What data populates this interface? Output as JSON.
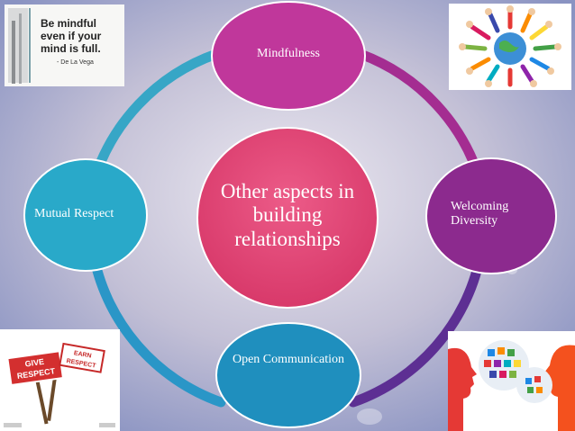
{
  "diagram": {
    "center": {
      "label": "Other aspects in building relationships",
      "color": "#e34a79"
    },
    "nodes": [
      {
        "id": "mindfulness",
        "label": "Mindfulness",
        "color": "#c0379b"
      },
      {
        "id": "welcoming-diversity",
        "label": "Welcoming Diversity",
        "color": "#8c2a8e"
      },
      {
        "id": "open-communication",
        "label": "Open Communication",
        "color": "#1f8fbe"
      },
      {
        "id": "mutual-respect",
        "label": "Mutual Respect",
        "color": "#29a9c9"
      }
    ],
    "ring_colors": {
      "top_right": "#a42d91",
      "bottom_right": "#5d2f93",
      "bottom_left": "#2a96c7",
      "top_left": "#37a6c6"
    }
  },
  "images": {
    "quote": {
      "text_lines": [
        "Be mindful",
        "even if your",
        "mind is full."
      ],
      "attribution": "- De La Vega",
      "icon": "mindfulness-quote-image"
    },
    "diversity": {
      "icon": "diversity-people-globe-image"
    },
    "respect": {
      "signs": [
        "GIVE RESPECT",
        "EARN RESPECT"
      ],
      "icon": "respect-signs-image"
    },
    "communication": {
      "icon": "talking-heads-image"
    }
  },
  "colors": {
    "background_center": "#e4e1ec",
    "background_edge": "#8f97c4"
  }
}
